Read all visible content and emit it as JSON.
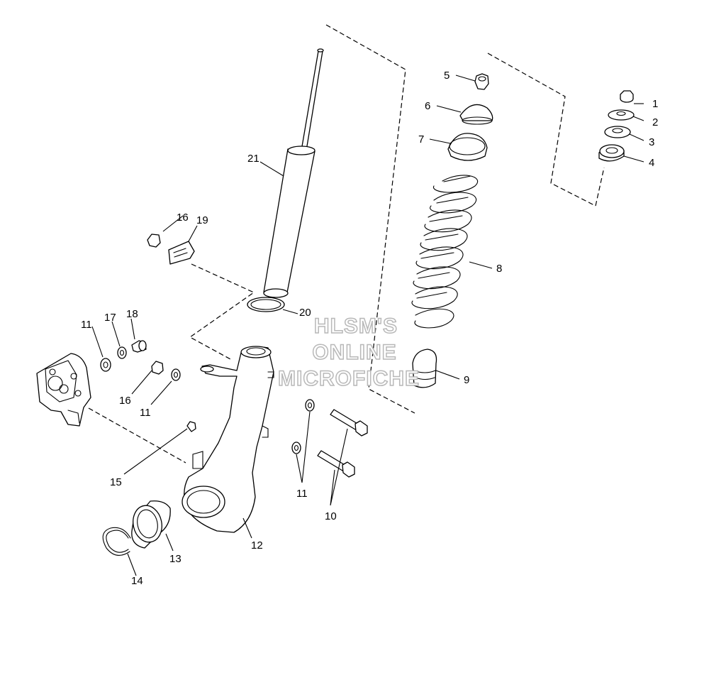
{
  "watermark": {
    "line1": "HLSM'S",
    "line2": "ONLINE",
    "line3": "MICROFICHE"
  },
  "callouts": {
    "c1": "1",
    "c2": "2",
    "c3": "3",
    "c4": "4",
    "c5": "5",
    "c6": "6",
    "c7": "7",
    "c8": "8",
    "c9": "9",
    "c10": "10",
    "c11a": "11",
    "c11b": "11",
    "c11c": "11",
    "c12": "12",
    "c13": "13",
    "c14": "14",
    "c15": "15",
    "c16a": "16",
    "c16b": "16",
    "c17": "17",
    "c18": "18",
    "c19": "19",
    "c20": "20",
    "c21": "21"
  }
}
